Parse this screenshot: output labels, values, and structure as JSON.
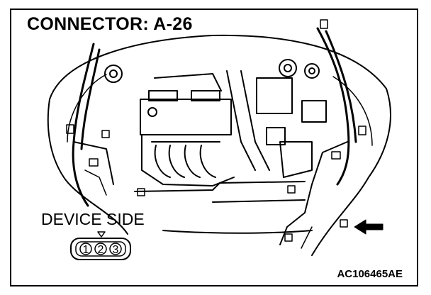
{
  "title": "CONNECTOR: A-26",
  "device_label": "DEVICE SIDE",
  "figure_code": "AC106465AE",
  "connector": {
    "pins": [
      "1",
      "2",
      "3"
    ]
  },
  "colors": {
    "line": "#000000",
    "background": "#ffffff"
  },
  "icons": {
    "locator": "arrow-left-icon",
    "key": "triangle-down-icon"
  }
}
